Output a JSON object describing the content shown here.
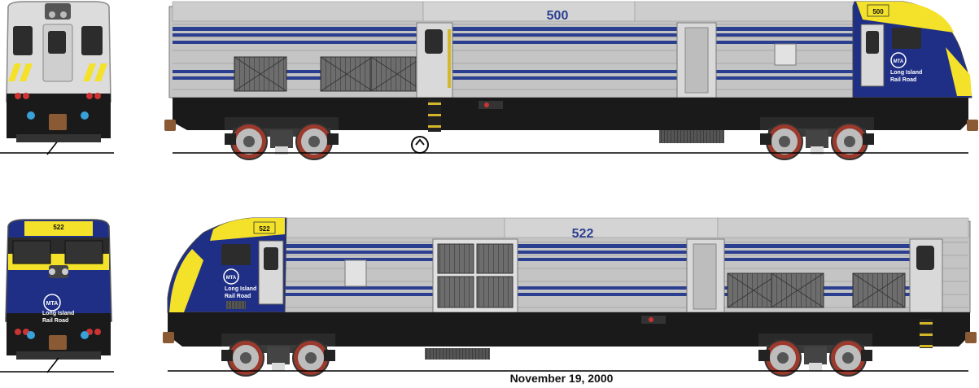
{
  "drawing": {
    "caption": "November 19, 2000",
    "colors": {
      "body_silver": "#c4c4c4",
      "stripe_blue": "#2b3f91",
      "cab_blue": "#1f2f86",
      "cab_yellow": "#f4e12a",
      "underframe": "#1a1a1a",
      "wheel_red": "#9b3a2c"
    },
    "loco_top": {
      "number": "500",
      "number_plate": "500",
      "logo": "MTA",
      "brand_line1": "Long Island",
      "brand_line2": "Rail Road",
      "cab_direction": "right"
    },
    "loco_bottom": {
      "number": "522",
      "number_plate": "522",
      "logo": "MTA",
      "brand_line1": "Long Island",
      "brand_line2": "Rail Road",
      "cab_direction": "left"
    },
    "end_view_bottom": {
      "number_plate": "522",
      "logo": "MTA",
      "brand_line1": "Long Island",
      "brand_line2": "Rail Road"
    }
  }
}
